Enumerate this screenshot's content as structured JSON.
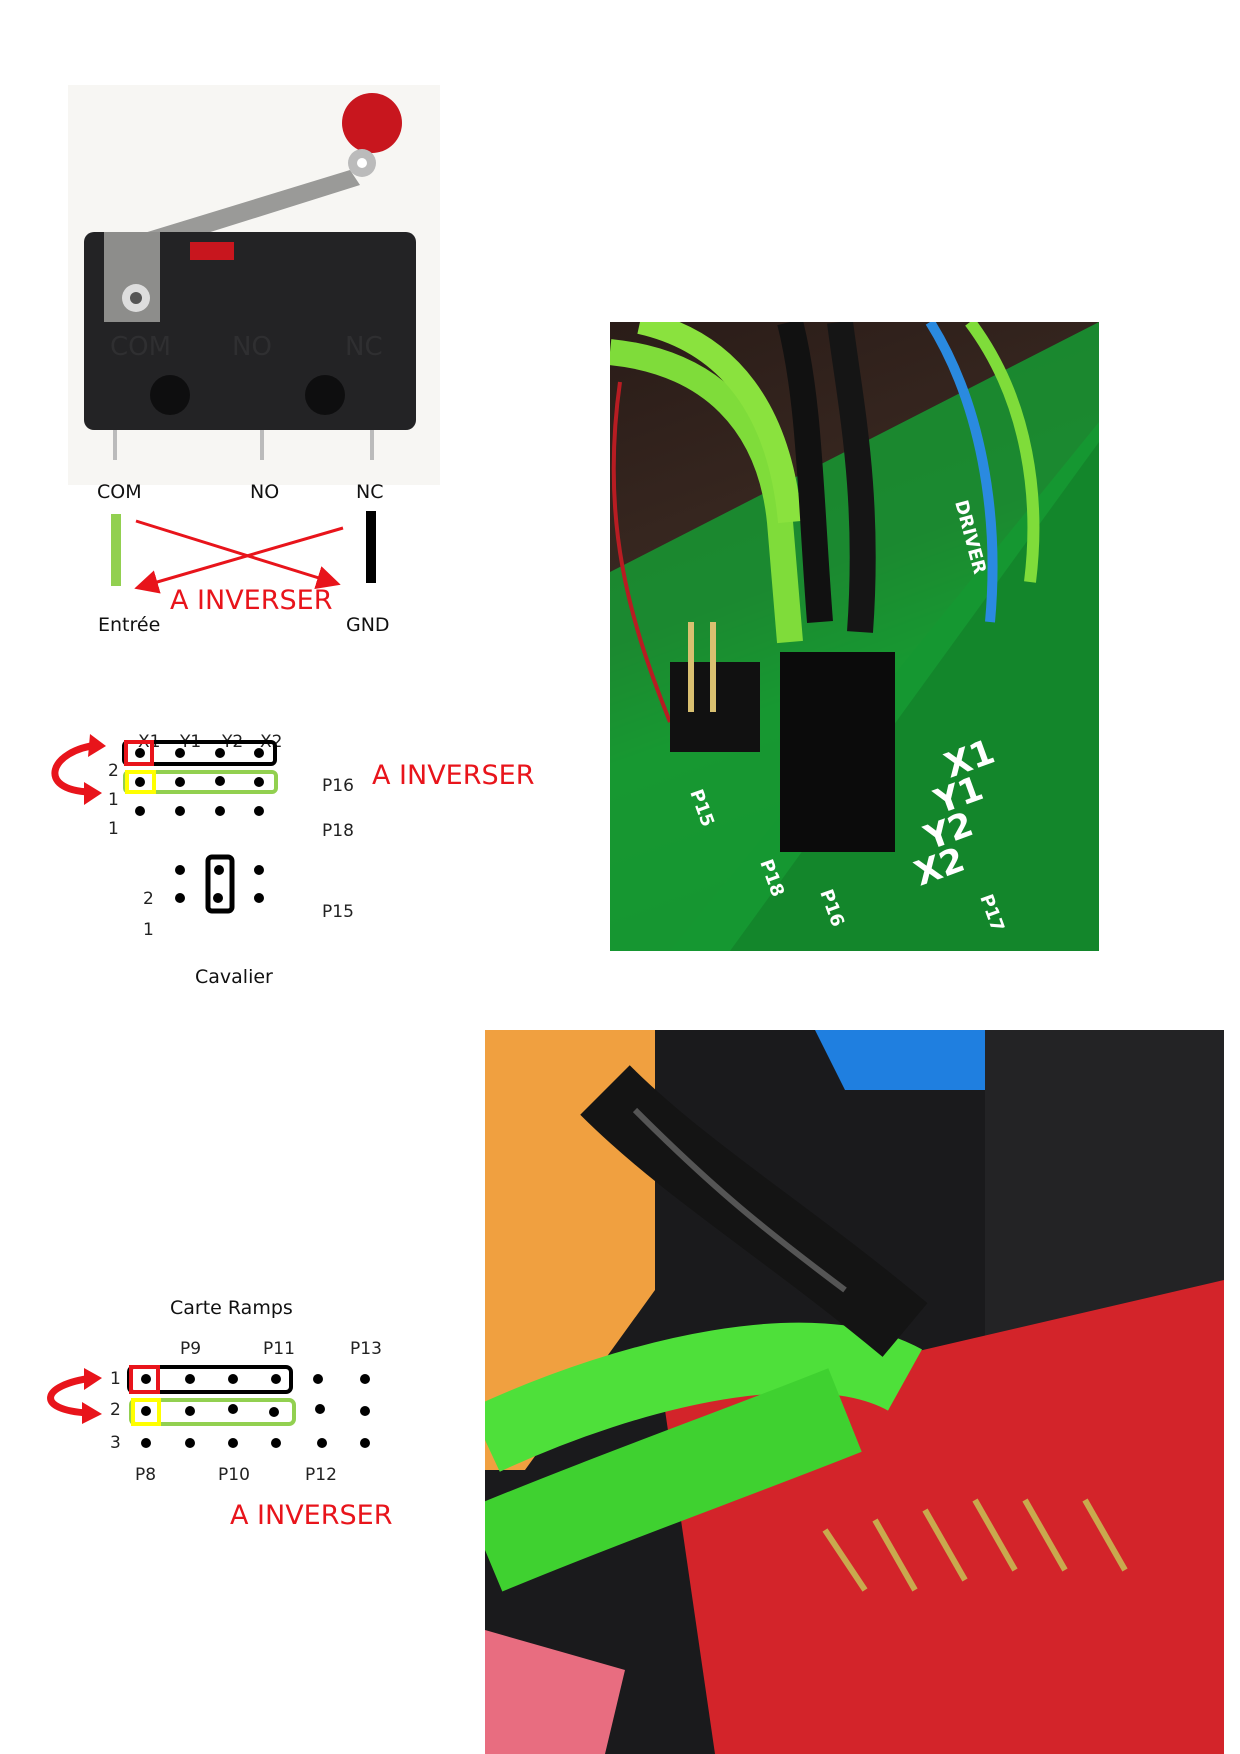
{
  "switch_diagram": {
    "pins": [
      "COM",
      "NO",
      "NC"
    ],
    "left_label": "Entrée",
    "right_label": "GND",
    "note": "A INVERSER",
    "colors": {
      "entree_wire": "#92d050",
      "gnd_wire": "#000000",
      "arrow": "#e8141b"
    }
  },
  "connector_diagram": {
    "columns": [
      "X1",
      "Y1",
      "Y2",
      "X2"
    ],
    "row_labels": [
      "2",
      "1",
      "1"
    ],
    "header_labels": [
      "P16",
      "P18"
    ],
    "note": "A INVERSER",
    "p15": {
      "row_labels": [
        "2",
        "1"
      ],
      "label": "P15",
      "caption": "Cavalier"
    }
  },
  "ramps_diagram": {
    "title": "Carte Ramps",
    "top_labels": [
      "P9",
      "P11",
      "P13"
    ],
    "row_labels": [
      "1",
      "2",
      "3"
    ],
    "bottom_labels": [
      "P8",
      "P10",
      "P12"
    ],
    "note": "A INVERSER"
  },
  "board_photo_silkscreen": {
    "labels": [
      "X1",
      "Y1",
      "Y2",
      "X2",
      "P15",
      "P18",
      "P16",
      "P17",
      "DRIVER"
    ]
  }
}
